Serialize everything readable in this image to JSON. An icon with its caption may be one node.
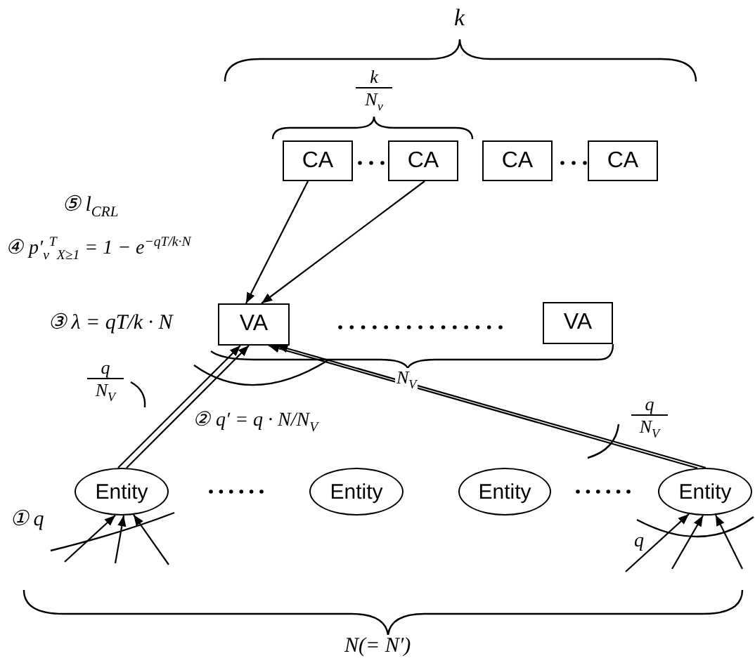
{
  "diagram": {
    "nodes": [
      {
        "text": [
          "CA"
        ]
      },
      {
        "text": [
          "CA"
        ]
      },
      {
        "text": [
          "CA"
        ]
      },
      {
        "text": [
          "CA"
        ]
      },
      {
        "text": [
          "VA"
        ]
      },
      {
        "text": [
          "VA"
        ]
      },
      {
        "text": [
          "Entity"
        ]
      },
      {
        "text": [
          "Entity"
        ]
      },
      {
        "text": [
          "Entity"
        ]
      },
      {
        "text": [
          "Entity"
        ]
      }
    ],
    "edges": [
      {
        "from": 0,
        "to": 4,
        "arrow": "to"
      },
      {
        "from": 1,
        "to": 4,
        "arrow": "to"
      },
      {
        "from": 6,
        "to": 4,
        "arrow": "to"
      },
      {
        "from": 6,
        "to": 4,
        "arrow": "to"
      },
      {
        "from": 9,
        "to": 4,
        "arrow": "to"
      },
      {
        "from": 9,
        "to": 4,
        "arrow": "to"
      },
      {
        "from": null,
        "to": 6,
        "arrow": "to"
      },
      {
        "from": null,
        "to": 6,
        "arrow": "to"
      },
      {
        "from": null,
        "to": 6,
        "arrow": "to"
      },
      {
        "from": null,
        "to": 9,
        "arrow": "to"
      },
      {
        "from": null,
        "to": 9,
        "arrow": "to"
      },
      {
        "from": null,
        "to": 9,
        "arrow": "to"
      }
    ],
    "labels": [
      "k",
      "k",
      "N$_{v}$",
      "⑤ l$_{CRL}$",
      "④ p′$_{v}$$^{T}$$_{X≥1}$ = 1 − e$^{−qT/k·N}$",
      "③ λ = qT/k · N",
      "q",
      "N$_{V}$",
      "② q′ = q · N/N$_{V}$",
      "N$_{V}$",
      "q",
      "N$_{V}$",
      "① q",
      "q",
      "N(= N′)"
    ]
  }
}
